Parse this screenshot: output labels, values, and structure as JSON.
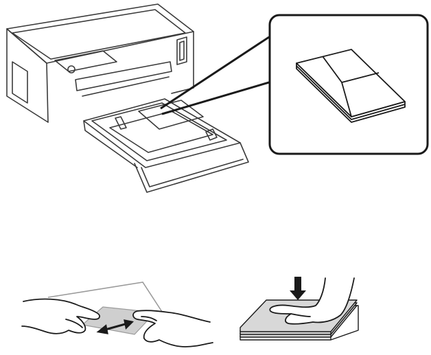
{
  "figures": {
    "printer": {
      "icon": "printer-with-envelope-callout"
    },
    "align": {
      "icon": "hands-aligning-envelope"
    },
    "press": {
      "icon": "hand-pressing-envelope-stack"
    }
  },
  "colors": {
    "line": "#3a3a3a",
    "light_line": "#9a9a9a",
    "envelope_fill": "#cfcfcf",
    "stack_fill": "#d8d8d8",
    "background": "#ffffff"
  }
}
